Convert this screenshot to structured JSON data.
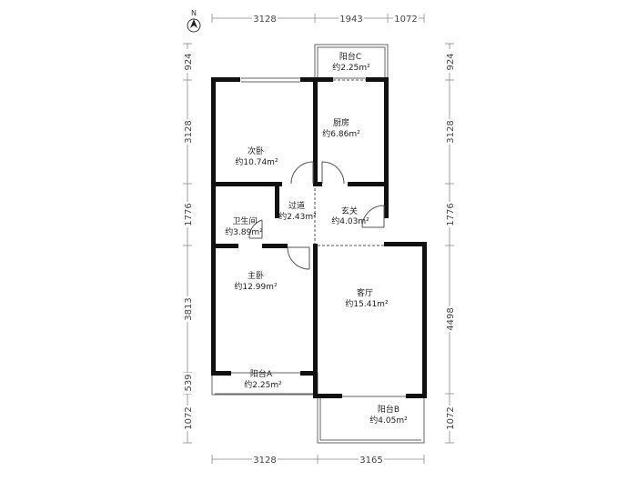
{
  "compass": {
    "label": "N",
    "icon": "north-arrow-icon"
  },
  "dimensions": {
    "top": [
      "3128",
      "1943",
      "1072"
    ],
    "bottom": [
      "3128",
      "3165"
    ],
    "left": [
      "924",
      "3128",
      "1776",
      "3813",
      "539",
      "1072"
    ],
    "right": [
      "924",
      "3128",
      "1776",
      "4498",
      "1072"
    ]
  },
  "rooms": {
    "balcony_c": {
      "name": "阳台C",
      "area": "约2.25m²"
    },
    "kitchen": {
      "name": "厨房",
      "area": "约6.86m²"
    },
    "second_bedroom": {
      "name": "次卧",
      "area": "约10.74m²"
    },
    "hallway": {
      "name": "过道",
      "area": "约2.43m²"
    },
    "entrance": {
      "name": "玄关",
      "area": "约4.03m²"
    },
    "bathroom": {
      "name": "卫生间",
      "area": "约3.89m²"
    },
    "master_bedroom": {
      "name": "主卧",
      "area": "约12.99m²"
    },
    "living_room": {
      "name": "客厅",
      "area": "约15.41m²"
    },
    "balcony_a": {
      "name": "阳台A",
      "area": "约2.25m²"
    },
    "balcony_b": {
      "name": "阳台B",
      "area": "约4.05m²"
    }
  }
}
